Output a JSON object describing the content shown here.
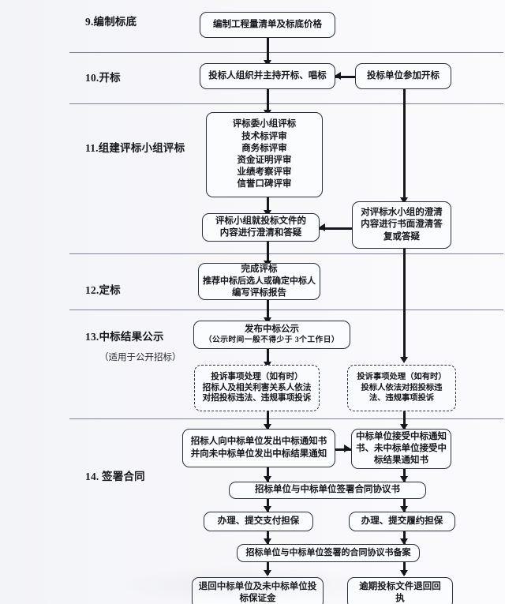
{
  "chart_data": {
    "type": "diagram",
    "title": "招投标流程图（第9–14阶段）",
    "stages": [
      {
        "label": "9.编制标底",
        "note": ""
      },
      {
        "label": "10.开标",
        "note": ""
      },
      {
        "label": "11.组建评标小组评标",
        "note": ""
      },
      {
        "label": "12.定标",
        "note": ""
      },
      {
        "label": "13.中标结果公示",
        "note": "（适用于公开招标）"
      },
      {
        "label": "14. 签署合同",
        "note": ""
      }
    ],
    "nodes": [
      {
        "id": "n1",
        "lines": [
          "编制工程量清单及标底价格"
        ],
        "style": "solid"
      },
      {
        "id": "n2",
        "lines": [
          "投标人组织并主持开标、唱标"
        ],
        "style": "solid"
      },
      {
        "id": "n3",
        "lines": [
          "投标单位参加开标"
        ],
        "style": "solid"
      },
      {
        "id": "n4",
        "lines": [
          "评标委小组评标",
          "技术标评审",
          "商务标评审",
          "资金证明评审",
          "业绩考察评审",
          "信誉口碑评审"
        ],
        "style": "solid"
      },
      {
        "id": "n5",
        "lines": [
          "评标小组就投标文件的",
          "内容进行澄清和答疑"
        ],
        "style": "solid"
      },
      {
        "id": "n6",
        "lines": [
          "对评标水小组的澄清",
          "内容进行书面澄清答",
          "复或答疑"
        ],
        "style": "solid"
      },
      {
        "id": "n7",
        "lines": [
          "完成评标",
          "推荐中标后选人或确定中标人",
          "编写评标报告"
        ],
        "style": "solid"
      },
      {
        "id": "n8",
        "lines": [
          "发布中标公示",
          "（公示时间一般不得少于    3个工作日）"
        ],
        "style": "solid"
      },
      {
        "id": "n9",
        "lines": [
          "投诉事项处理（如有时）",
          "招标人及相关利害关系人依法",
          "对招投标违法、违规事项投诉"
        ],
        "style": "dashed"
      },
      {
        "id": "n10",
        "lines": [
          "投诉事项处理（如有时）",
          "投标人依法对招投标违",
          "法、违规事项投诉"
        ],
        "style": "dashed"
      },
      {
        "id": "n11",
        "lines": [
          "招标人向中标单位发出中标通知书",
          "并向未中标单位发出中标结果通知"
        ],
        "style": "solid"
      },
      {
        "id": "n12",
        "lines": [
          "中标单位接受中标通知",
          "书、未中标单位接受中",
          "标结果通知书"
        ],
        "style": "solid"
      },
      {
        "id": "n13",
        "lines": [
          "招标单位与中标单位签署合同协议书"
        ],
        "style": "solid"
      },
      {
        "id": "n14",
        "lines": [
          "办理、提交支付担保"
        ],
        "style": "solid"
      },
      {
        "id": "n15",
        "lines": [
          "办理、提交履约担保"
        ],
        "style": "solid"
      },
      {
        "id": "n16",
        "lines": [
          "招标单位与中标单位签署的合同协议书备案"
        ],
        "style": "solid"
      },
      {
        "id": "n17",
        "lines": [
          "退回中标单位及未中标单位投",
          "标保证金"
        ],
        "style": "solid"
      },
      {
        "id": "n18",
        "lines": [
          "逾期投标文件退回回",
          "执"
        ],
        "style": "solid"
      }
    ],
    "edges": [
      {
        "from": "n1",
        "to": "n2",
        "dir": "down"
      },
      {
        "from": "n3",
        "to": "n2",
        "dir": "left"
      },
      {
        "from": "n2",
        "to": "n4",
        "dir": "down"
      },
      {
        "from": "n3",
        "to": "n6",
        "dir": "down"
      },
      {
        "from": "n4",
        "to": "n5",
        "dir": "down"
      },
      {
        "from": "n6",
        "to": "n5",
        "dir": "left"
      },
      {
        "from": "n5",
        "to": "n7",
        "dir": "down"
      },
      {
        "from": "n6",
        "to": "n10",
        "dir": "down"
      },
      {
        "from": "n7",
        "to": "n8",
        "dir": "down"
      },
      {
        "from": "n8",
        "to": "n9",
        "dir": "down"
      },
      {
        "from": "n9",
        "to": "n11",
        "dir": "down"
      },
      {
        "from": "n10",
        "to": "n12",
        "dir": "down"
      },
      {
        "from": "n11",
        "to": "n12",
        "dir": "right"
      },
      {
        "from": "n11",
        "to": "n13",
        "dir": "down"
      },
      {
        "from": "n12",
        "to": "n13",
        "dir": "down"
      },
      {
        "from": "n13",
        "to": "n14",
        "dir": "down"
      },
      {
        "from": "n13",
        "to": "n15",
        "dir": "down"
      },
      {
        "from": "n14",
        "to": "n16",
        "dir": "down"
      },
      {
        "from": "n15",
        "to": "n16",
        "dir": "down"
      },
      {
        "from": "n16",
        "to": "n17",
        "dir": "down"
      },
      {
        "from": "n16",
        "to": "n18",
        "dir": "down"
      }
    ],
    "colors": {
      "border": "#2b2f3a",
      "connector": "#15171c",
      "background": "#f5f6f9",
      "node_fill": "#fbfcfe",
      "divider": "#7e8494"
    }
  }
}
